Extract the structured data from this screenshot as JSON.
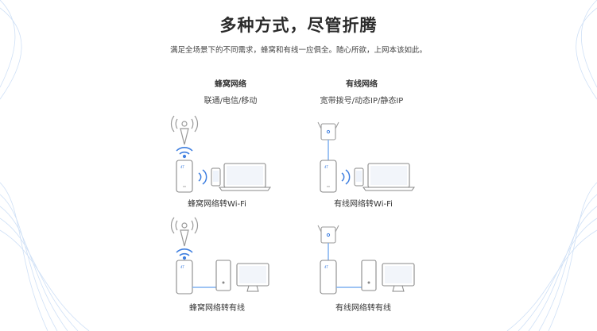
{
  "header": {
    "title": "多种方式，尽管折腾",
    "subtitle": "满足全场景下的不同需求，蜂窝和有线一应俱全。随心所欲，上网本该如此。"
  },
  "columns": [
    {
      "heading": "蜂窝网络",
      "sub": "联通/电信/移动"
    },
    {
      "heading": "有线网络",
      "sub": "宽带拨号/动态IP/静态IP"
    }
  ],
  "scenarios": [
    {
      "caption": "蜂窝网络转Wi-Fi"
    },
    {
      "caption": "有线网络转Wi-Fi"
    },
    {
      "caption": "蜂窝网络转有线"
    },
    {
      "caption": "有线网络转有线"
    }
  ],
  "colors": {
    "accent": "#3f7fe0",
    "line": "#7fb0f0",
    "device_outline": "#888888"
  }
}
